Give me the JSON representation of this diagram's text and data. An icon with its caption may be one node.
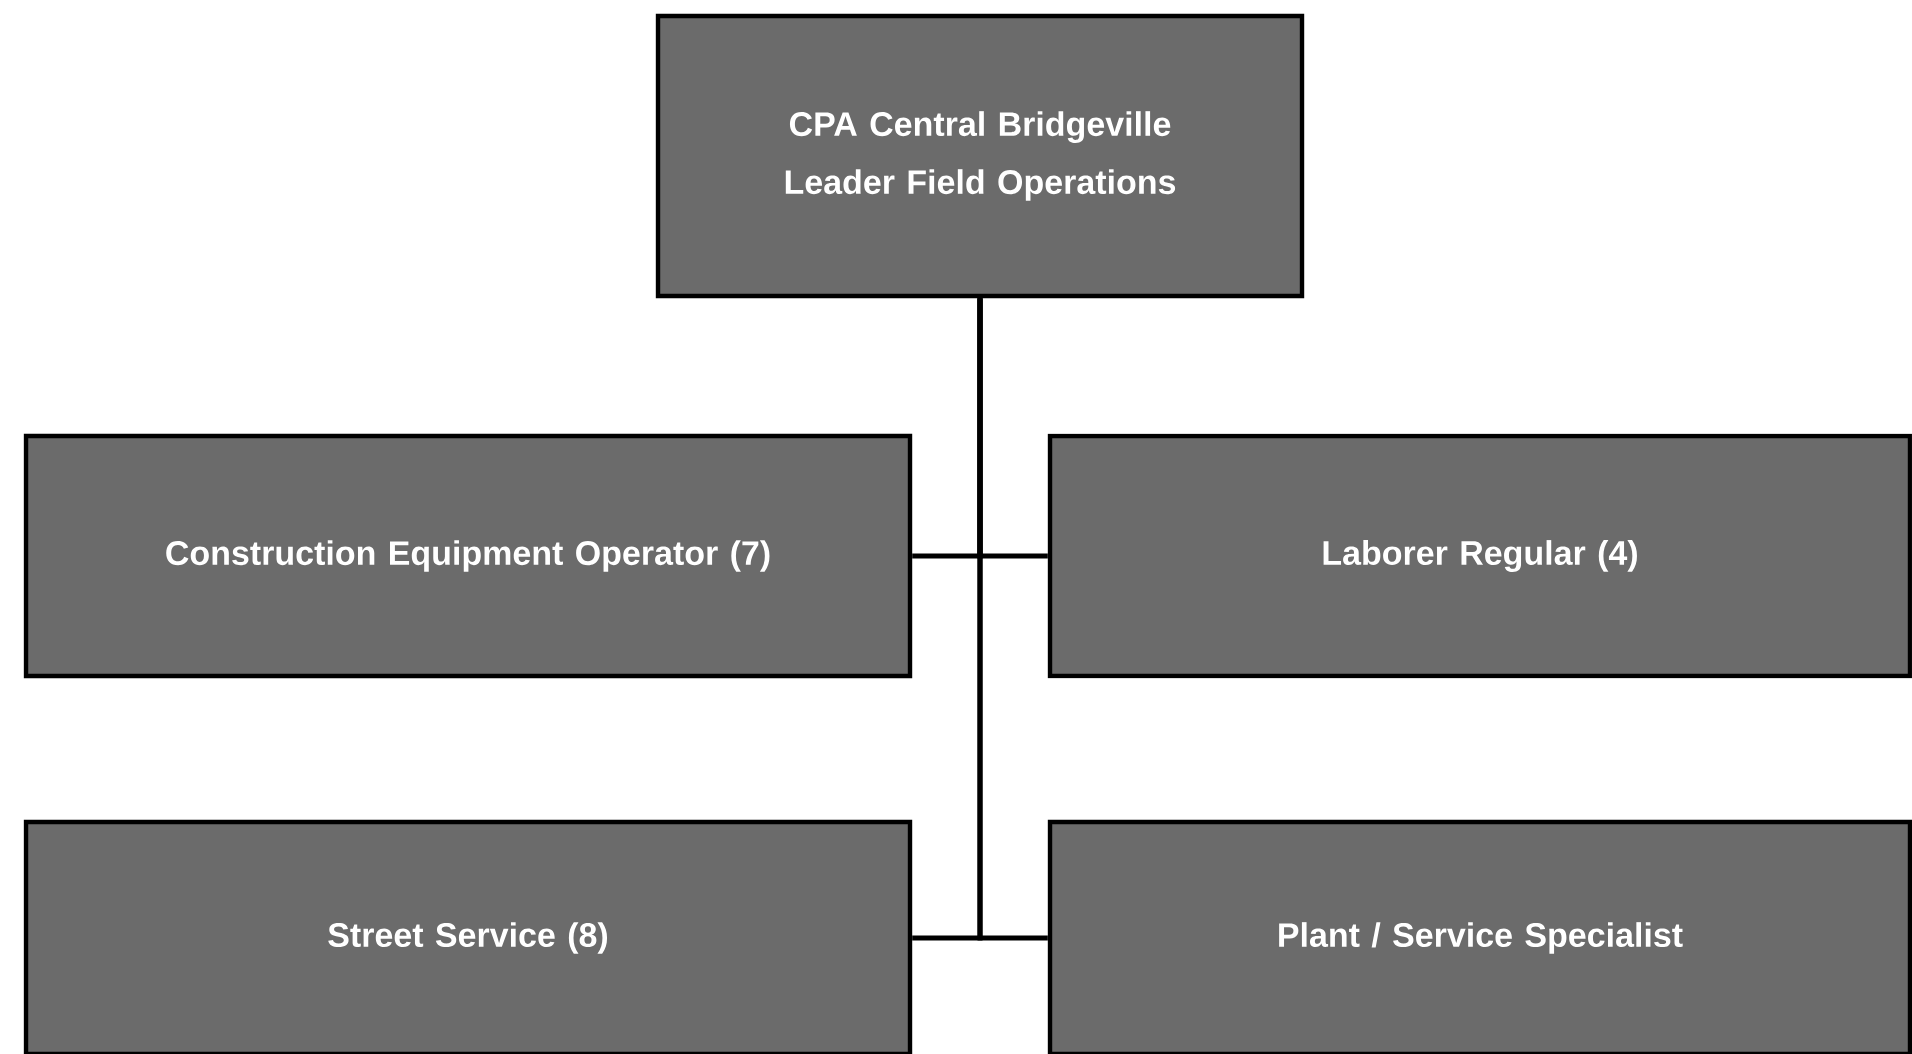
{
  "diagram": {
    "nodes": [
      {
        "text": [
          "CPA Central Bridgeville",
          "Leader Field Operations"
        ]
      },
      {
        "text": [
          "Construction Equipment Operator (7)"
        ]
      },
      {
        "text": [
          "Laborer Regular (4)"
        ]
      },
      {
        "text": [
          "Street Service (8)"
        ]
      },
      {
        "text": [
          "Plant / Service Specialist"
        ]
      }
    ],
    "edges": [
      {
        "from": 0,
        "to": 1,
        "arrow": "none"
      },
      {
        "from": 0,
        "to": 2,
        "arrow": "none"
      },
      {
        "from": 0,
        "to": 3,
        "arrow": "none"
      },
      {
        "from": 0,
        "to": 4,
        "arrow": "none"
      }
    ]
  }
}
